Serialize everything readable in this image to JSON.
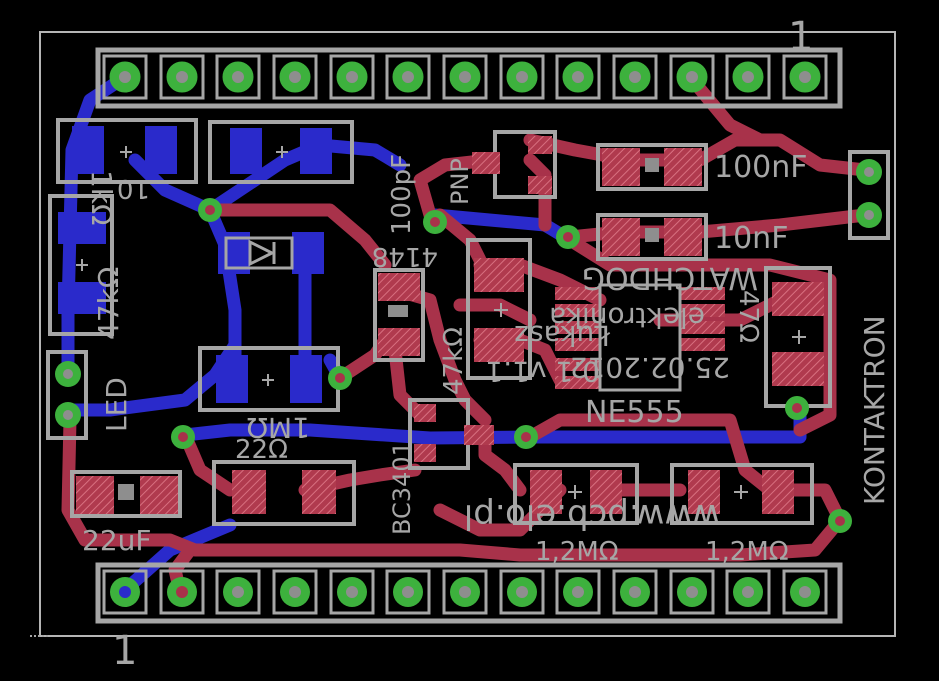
{
  "colors": {
    "background": "#000000",
    "top_copper": "#a8324a",
    "bottom_copper": "#2a2acb",
    "silkscreen": "#a6a6a6",
    "via_ring": "#3db13d",
    "board_outline": "#b5b5b5"
  },
  "labels": {
    "pin_one_top": "1",
    "pin_one_bottom": "1",
    "cap_100nf": "100nF",
    "cap_10nf": "10nF",
    "cap_100pf": "100pF",
    "pnp": "PNP",
    "diode": "4148",
    "watchdog": "WATCHDOG",
    "elektronika": "elektronika",
    "author": "Łukasz",
    "date": "25.02.2012",
    "version": "0.1 v1.1",
    "ne555": "NE555",
    "kontaktron": "KONTAKTRON",
    "r_47k": "47kΩ",
    "r_47ohm": "47Ω",
    "r_1m": "1MΩ",
    "r_22": "22Ω",
    "transistor": "BC3401",
    "cap_22uf": "22uF",
    "led": "LED",
    "r_1k": "1kΩ",
    "r_47k_vert": "47kΩ",
    "r_1_2m_a": "1,2MΩ",
    "r_1_2m_b": "1,2MΩ",
    "website": "www.pcb.elo.pl",
    "r_10": "10"
  }
}
